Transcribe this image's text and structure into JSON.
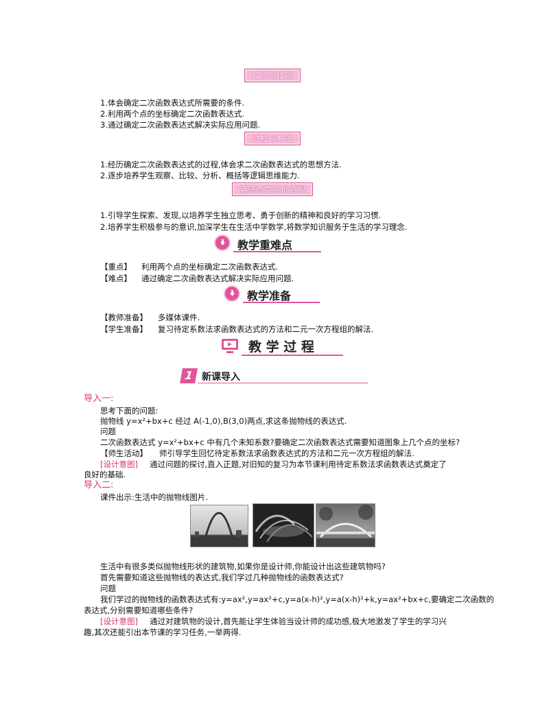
{
  "tags": {
    "knowledge": "知识与技能",
    "process": "过程与方法",
    "emotion": "情感态度与价值观"
  },
  "knowledge_items": [
    "1.体会确定二次函数表达式所需要的条件.",
    "2.利用两个点的坐标确定二次函数表达式.",
    "3.通过确定二次函数表达式解决实际应用问题."
  ],
  "process_items": [
    "1.经历确定二次函数表达式的过程,体会求二次函数表达式的思想方法.",
    "2.逐步培养学生观察、比较、分析、概括等逻辑思维能力."
  ],
  "emotion_items": [
    "1.引导学生探索、发现,以培养学生独立思考、勇于创新的精神和良好的学习习惯.",
    "2.培养学生积极参与的意识,加深学生在生活中学数学,将数学知识服务于生活的学习理念."
  ],
  "key_points": {
    "title": "教学重难点",
    "key_label": "【重点】",
    "key_text": "利用两个点的坐标确定二次函数表达式.",
    "diff_label": "【难点】",
    "diff_text": "通过确定二次函数表达式解决实际应用问题."
  },
  "preparation": {
    "title": "教学准备",
    "teacher_label": "【教师准备】",
    "teacher_text": "多媒体课件.",
    "student_label": "【学生准备】",
    "student_text": "复习待定系数法求函数表达式的方法和二元一次方程组的解法."
  },
  "process_title": "教 学 过 程",
  "section1": {
    "number": "1",
    "title": "新课导入"
  },
  "intro1": {
    "heading": "导入一:",
    "l1": "思考下面的问题:",
    "l2": "抛物线 y=x²+bx+c 经过 A(-1,0),B(3,0)两点,求这条抛物线的表达式.",
    "l3": "问题",
    "l4": "二次函数表达式 y=x²+bx+c 中有几个未知系数?要确定二次函数表达式需要知道图象上几个点的坐标?",
    "l5_label": "【师生活动】",
    "l5": "师引导学生回忆待定系数法求函数表达式的方法和二元一次方程组的解法.",
    "design_label": "[设计意图]",
    "design_a": "通过问题的探讨,直入正题,对旧知的复习为本节课利用待定系数法求函数表达式奠定了",
    "design_b": "良好的基础."
  },
  "intro2": {
    "heading": "导入二:",
    "l1": "课件出示:生活中的抛物线图片.",
    "l2": "生活中有很多类似抛物线形状的建筑物,如果你是设计师,你能设计出这些建筑物吗?",
    "l3": "首先需要知道这些抛物线的表达式,我们学过几种抛物线的函数表达式?",
    "l4": "问题",
    "l5a": "我们学过的抛物线的函数表达式有:y=ax²,y=ax²+c,y=a(x-h)²,y=a(x-h)²+k,y=ax²+bx+c,要确定二次函数的",
    "l5b": "表达式,分别需要知道哪些条件?",
    "design_label": "[设计意图]",
    "design_a": "通过对建筑物的设计,首先能让学生体验当设计师的成功感,极大地激发了学生的学习兴",
    "design_b": "趣,其次还能引出本节课的学习任务,一举两得."
  },
  "colors": {
    "accent": "#e0307a",
    "tag_bg": "#f6b9d8"
  }
}
